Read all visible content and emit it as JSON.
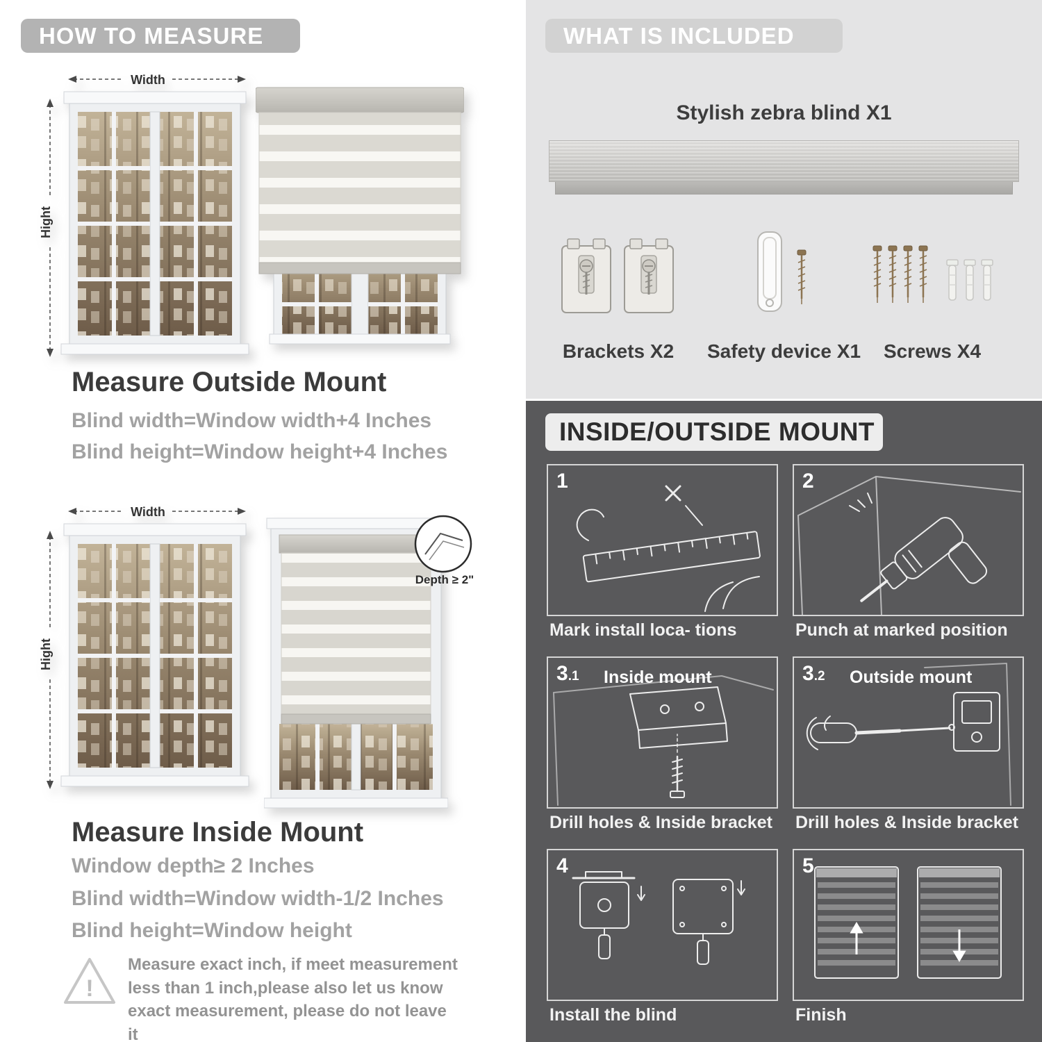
{
  "left": {
    "badge": "HOW TO MEASURE",
    "width_label": "Width",
    "height_label": "Hight",
    "depth_label": "Depth ≥ 2\"",
    "outside": {
      "heading": "Measure Outside Mount",
      "line1": "Blind width=Window width+4 Inches",
      "line2": "Blind height=Window height+4 Inches"
    },
    "inside": {
      "heading": "Measure Inside Mount",
      "line1": "Window depth≥ 2 Inches",
      "line2": "Blind width=Window width-1/2 Inches",
      "line3": "Blind height=Window height"
    },
    "warning_mark": "!",
    "note": "Measure exact inch, if meet measurement less than 1 inch,please also let us know exact measurement, please do not leave it"
  },
  "included": {
    "badge": "WHAT IS INCLUDED",
    "blind_label": "Stylish zebra blind X1",
    "items": [
      {
        "label": "Brackets X2"
      },
      {
        "label": "Safety device X1"
      },
      {
        "label": "Screws X4"
      }
    ]
  },
  "mount": {
    "heading": "INSIDE/OUTSIDE MOUNT",
    "steps": [
      {
        "num": "1",
        "sub": "",
        "title": "",
        "caption": "Mark install loca- tions"
      },
      {
        "num": "2",
        "sub": "",
        "title": "",
        "caption": "Punch at  marked position"
      },
      {
        "num": "3",
        "sub": ".1",
        "title": "Inside mount",
        "caption": "Drill holes &  Inside bracket"
      },
      {
        "num": "3",
        "sub": ".2",
        "title": "Outside mount",
        "caption": "Drill holes &  Inside bracket"
      },
      {
        "num": "4",
        "sub": "",
        "title": "",
        "caption": "Install the blind"
      },
      {
        "num": "5",
        "sub": "",
        "title": "",
        "caption": "Finish"
      }
    ]
  }
}
